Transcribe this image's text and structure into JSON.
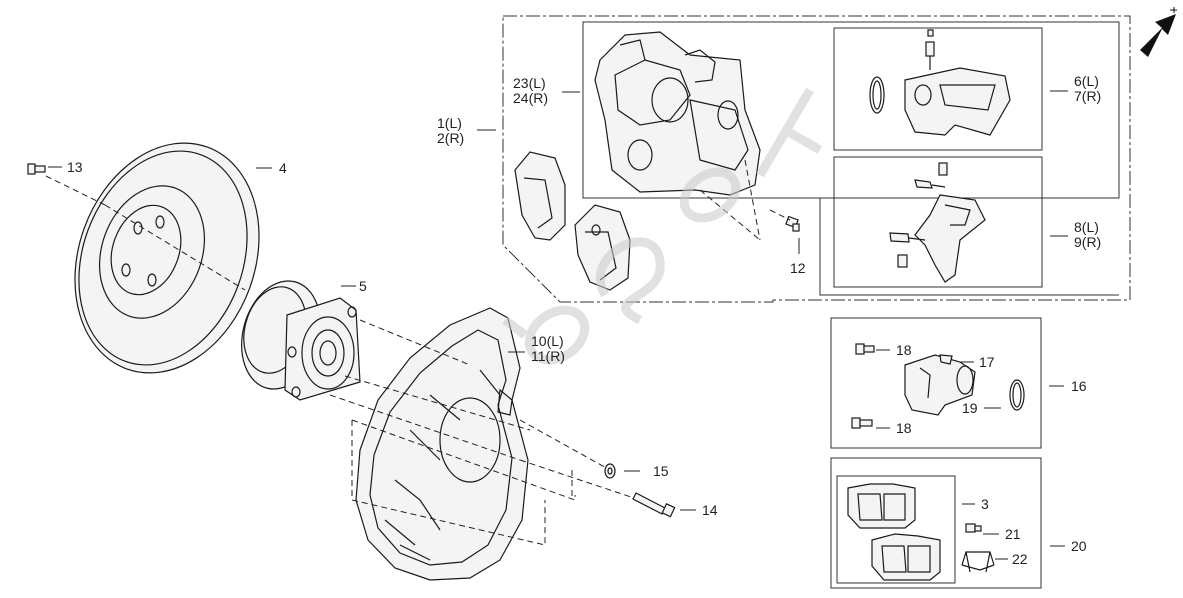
{
  "callouts": {
    "c13": "13",
    "c4": "4",
    "c5": "5",
    "c1_2": [
      "1(L)",
      "2(R)"
    ],
    "c23_24": [
      "23(L)",
      "24(R)"
    ],
    "c6_7": [
      "6(L)",
      "7(R)"
    ],
    "c8_9": [
      "8(L)",
      "9(R)"
    ],
    "c12": "12",
    "c10_11": [
      "10(L)",
      "11(R)"
    ],
    "c18a": "18",
    "c17": "17",
    "c16": "16",
    "c19": "19",
    "c18b": "18",
    "c15": "15",
    "c14": "14",
    "c3": "3",
    "c21": "21",
    "c22": "22",
    "c20": "20"
  },
  "icons": {
    "direction_arrow": "front-direction-arrow-icon"
  },
  "colors": {
    "line": "#1a1a1a",
    "watermark": "#c9c9c9"
  }
}
